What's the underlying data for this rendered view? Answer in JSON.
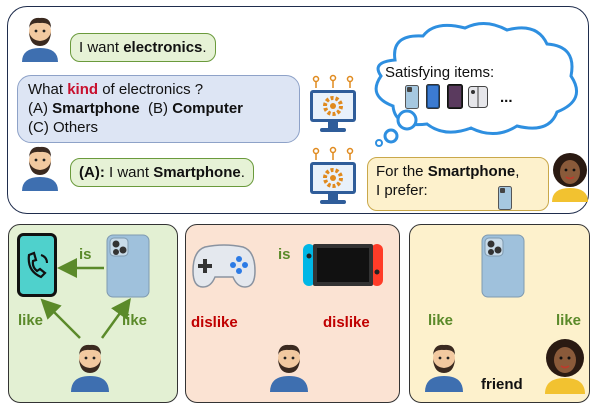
{
  "dialog": {
    "user_msg1_prefix": "I want ",
    "user_msg1_bold": "electronics",
    "user_msg1_suffix": ".",
    "system_q_prefix": "What ",
    "system_q_kind": "kind",
    "system_q_suffix": " of electronics ?",
    "option_a_label": "(A) ",
    "option_a_value": "Smartphone",
    "option_b_label": "  (B) ",
    "option_b_value": "Computer",
    "option_c": "(C) Others",
    "user_msg2_choice": "(A):",
    "user_msg2_prefix": " I want ",
    "user_msg2_bold": "Smartphone",
    "user_msg2_suffix": ".",
    "cloud_title": "Satisfying items:",
    "cloud_more": "...",
    "friend_msg_prefix": "For the ",
    "friend_msg_bold": "Smartphone",
    "friend_msg_suffix": ",",
    "friend_msg_line2": "I prefer:"
  },
  "panels": {
    "left": {
      "edge_is": "is",
      "edge_like_left": "like",
      "edge_like_right": "like"
    },
    "middle": {
      "edge_is": "is",
      "edge_dislike_left": "dislike",
      "edge_dislike_right": "dislike"
    },
    "right": {
      "edge_like_left": "like",
      "edge_like_right": "like",
      "edge_friend": "friend"
    }
  },
  "colors": {
    "green_bg": "#e6f2d6",
    "blue_bg": "#dde5f4",
    "yellow_bg": "#fdf1cc",
    "panel_left_bg": "#e3f0d3",
    "panel_mid_bg": "#fbe3d3",
    "panel_right_bg": "#fdf1cc",
    "like_color": "#5b8a2a",
    "dislike_color": "#c00000"
  }
}
